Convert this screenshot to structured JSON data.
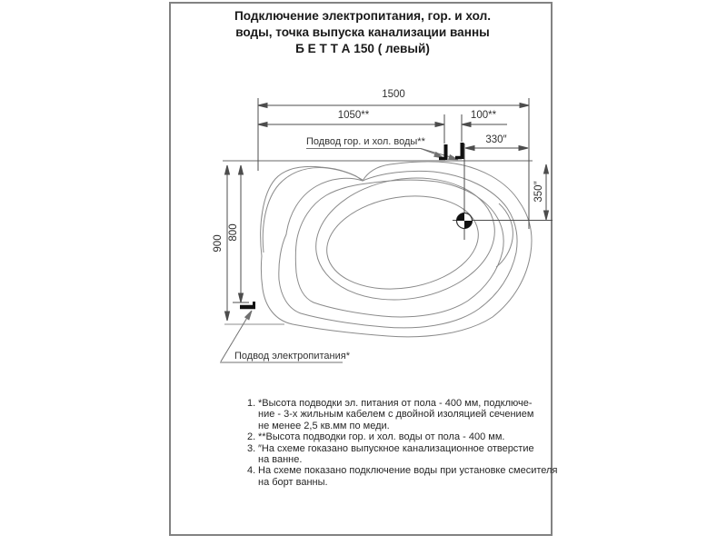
{
  "title": {
    "line1": "Подключение электропитания, гор. и хол.",
    "line2": "воды, точка выпуска канализации ванны",
    "line3": "Б Е Т Т А 150  ( левый)"
  },
  "drawing": {
    "model": "БЕТТА 150 левый",
    "dimensions": {
      "overall_width": "1500",
      "water_offset": "1050**",
      "water_spacing": "100**",
      "drain_from_edge": "330″",
      "drain_from_wall": "350″",
      "overall_depth": "900",
      "power_offset": "800"
    },
    "labels": {
      "water_supply": "Подвод гор. и хол. воды**",
      "power_supply": "Подвод электропитания*"
    },
    "symbols": {
      "drain": "drain-outlet-marker",
      "water_points": "water-connection-marks",
      "power_point": "power-connection-mark"
    },
    "colors": {
      "outline": "#8a8a8a",
      "dimension": "#4a4a4a",
      "wall_line": "#b3b3b3",
      "mark": "#111111",
      "sheet_border": "#828282"
    }
  },
  "notes": {
    "items": [
      {
        "num": "1.",
        "lines": [
          "*Высота подводки эл. питания от пола - 400 мм, подключе-",
          "ние - 3-х жильным кабелем с двойной изоляцией сечением",
          "не менее 2,5 кв.мм по меди."
        ]
      },
      {
        "num": "2.",
        "lines": [
          "**Высота подводки гор. и хол. воды от пола - 400 мм."
        ]
      },
      {
        "num": "3.",
        "lines": [
          "″На схеме гоказано выпускное канализационное отверстие",
          "на ванне."
        ]
      },
      {
        "num": "4.",
        "lines": [
          "На схеме показано подключение воды при установке смесителя",
          "на борт ванны."
        ]
      }
    ]
  }
}
